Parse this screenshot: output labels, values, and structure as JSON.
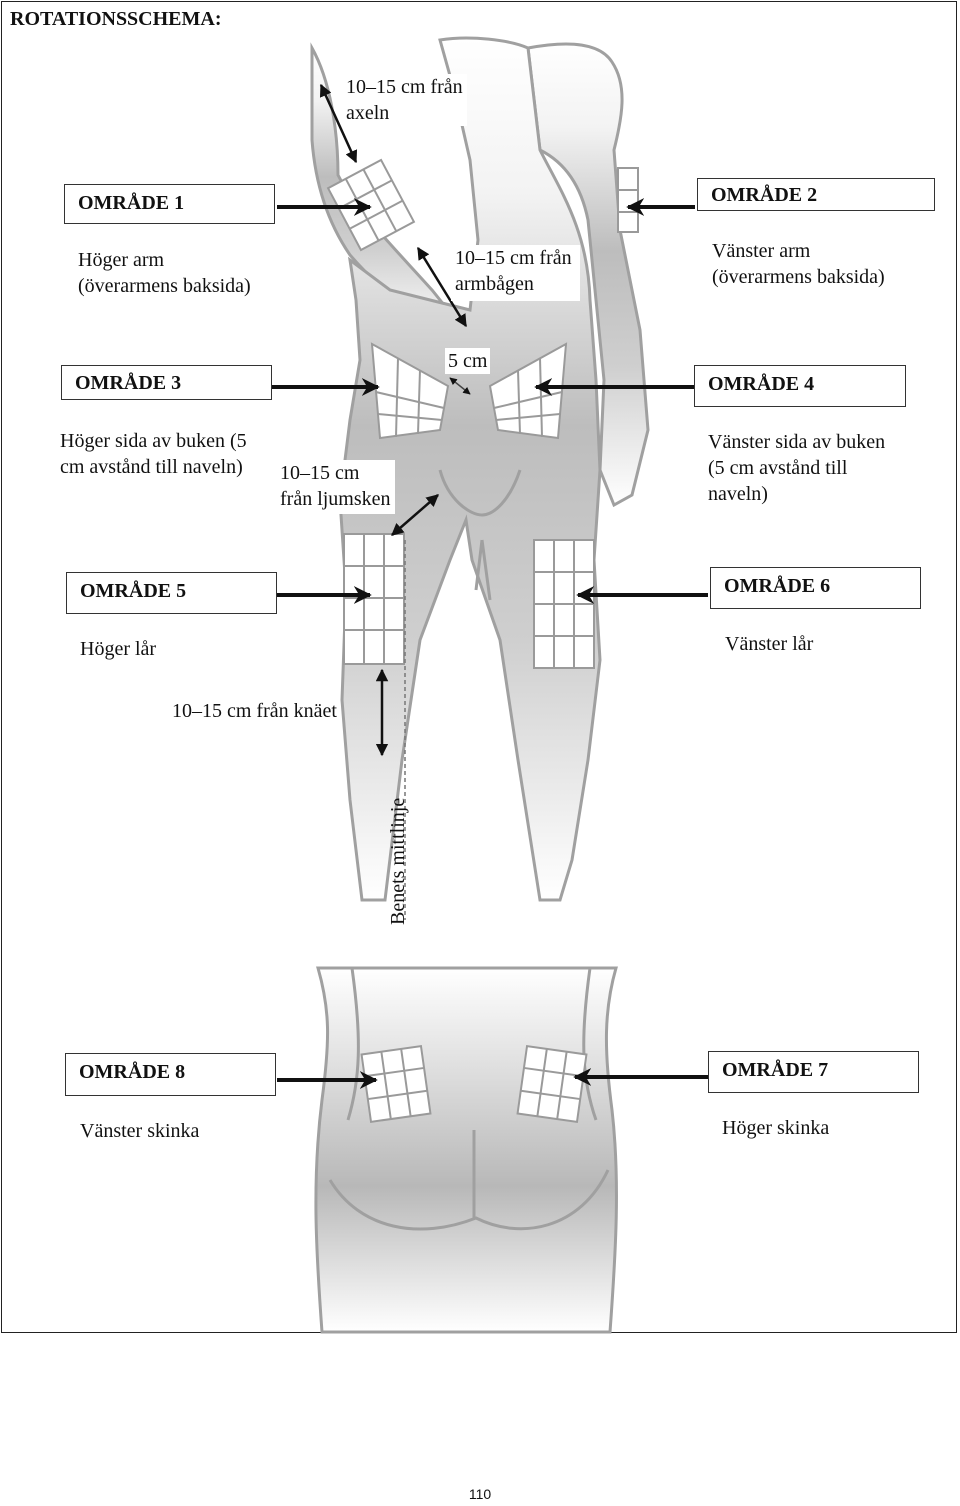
{
  "title": "ROTATIONSSCHEMA:",
  "page_number": "110",
  "areas": [
    {
      "name": "OMRÅDE 1",
      "desc": [
        "Höger arm",
        "(överarmens baksida)"
      ]
    },
    {
      "name": "OMRÅDE 2",
      "desc": [
        "Vänster arm",
        "(överarmens baksida)"
      ]
    },
    {
      "name": "OMRÅDE 3",
      "desc": [
        "Höger sida av buken (5",
        "cm avstånd till naveln)"
      ]
    },
    {
      "name": "OMRÅDE 4",
      "desc": [
        "Vänster sida av buken",
        "(5 cm avstånd till",
        "naveln)"
      ]
    },
    {
      "name": "OMRÅDE 5",
      "desc": [
        "Höger lår"
      ]
    },
    {
      "name": "OMRÅDE 6",
      "desc": [
        "Vänster lår"
      ]
    },
    {
      "name": "OMRÅDE 7",
      "desc": [
        "Höger skinka"
      ]
    },
    {
      "name": "OMRÅDE 8",
      "desc": [
        "Vänster skinka"
      ]
    }
  ],
  "distances": {
    "shoulder": [
      "10–15 cm från",
      "axeln"
    ],
    "elbow": [
      "10–15 cm från",
      "armbågen"
    ],
    "navel": "5 cm",
    "groin": [
      "10–15 cm",
      "från ljumsken"
    ],
    "knee": "10–15 cm från knäet"
  },
  "leg_midline": "Benets mittlinje",
  "colors": {
    "body_fill": "#d2d2d2",
    "body_outline": "#a0a0a0",
    "arrow": "#111111",
    "zone": "#ffffff"
  }
}
